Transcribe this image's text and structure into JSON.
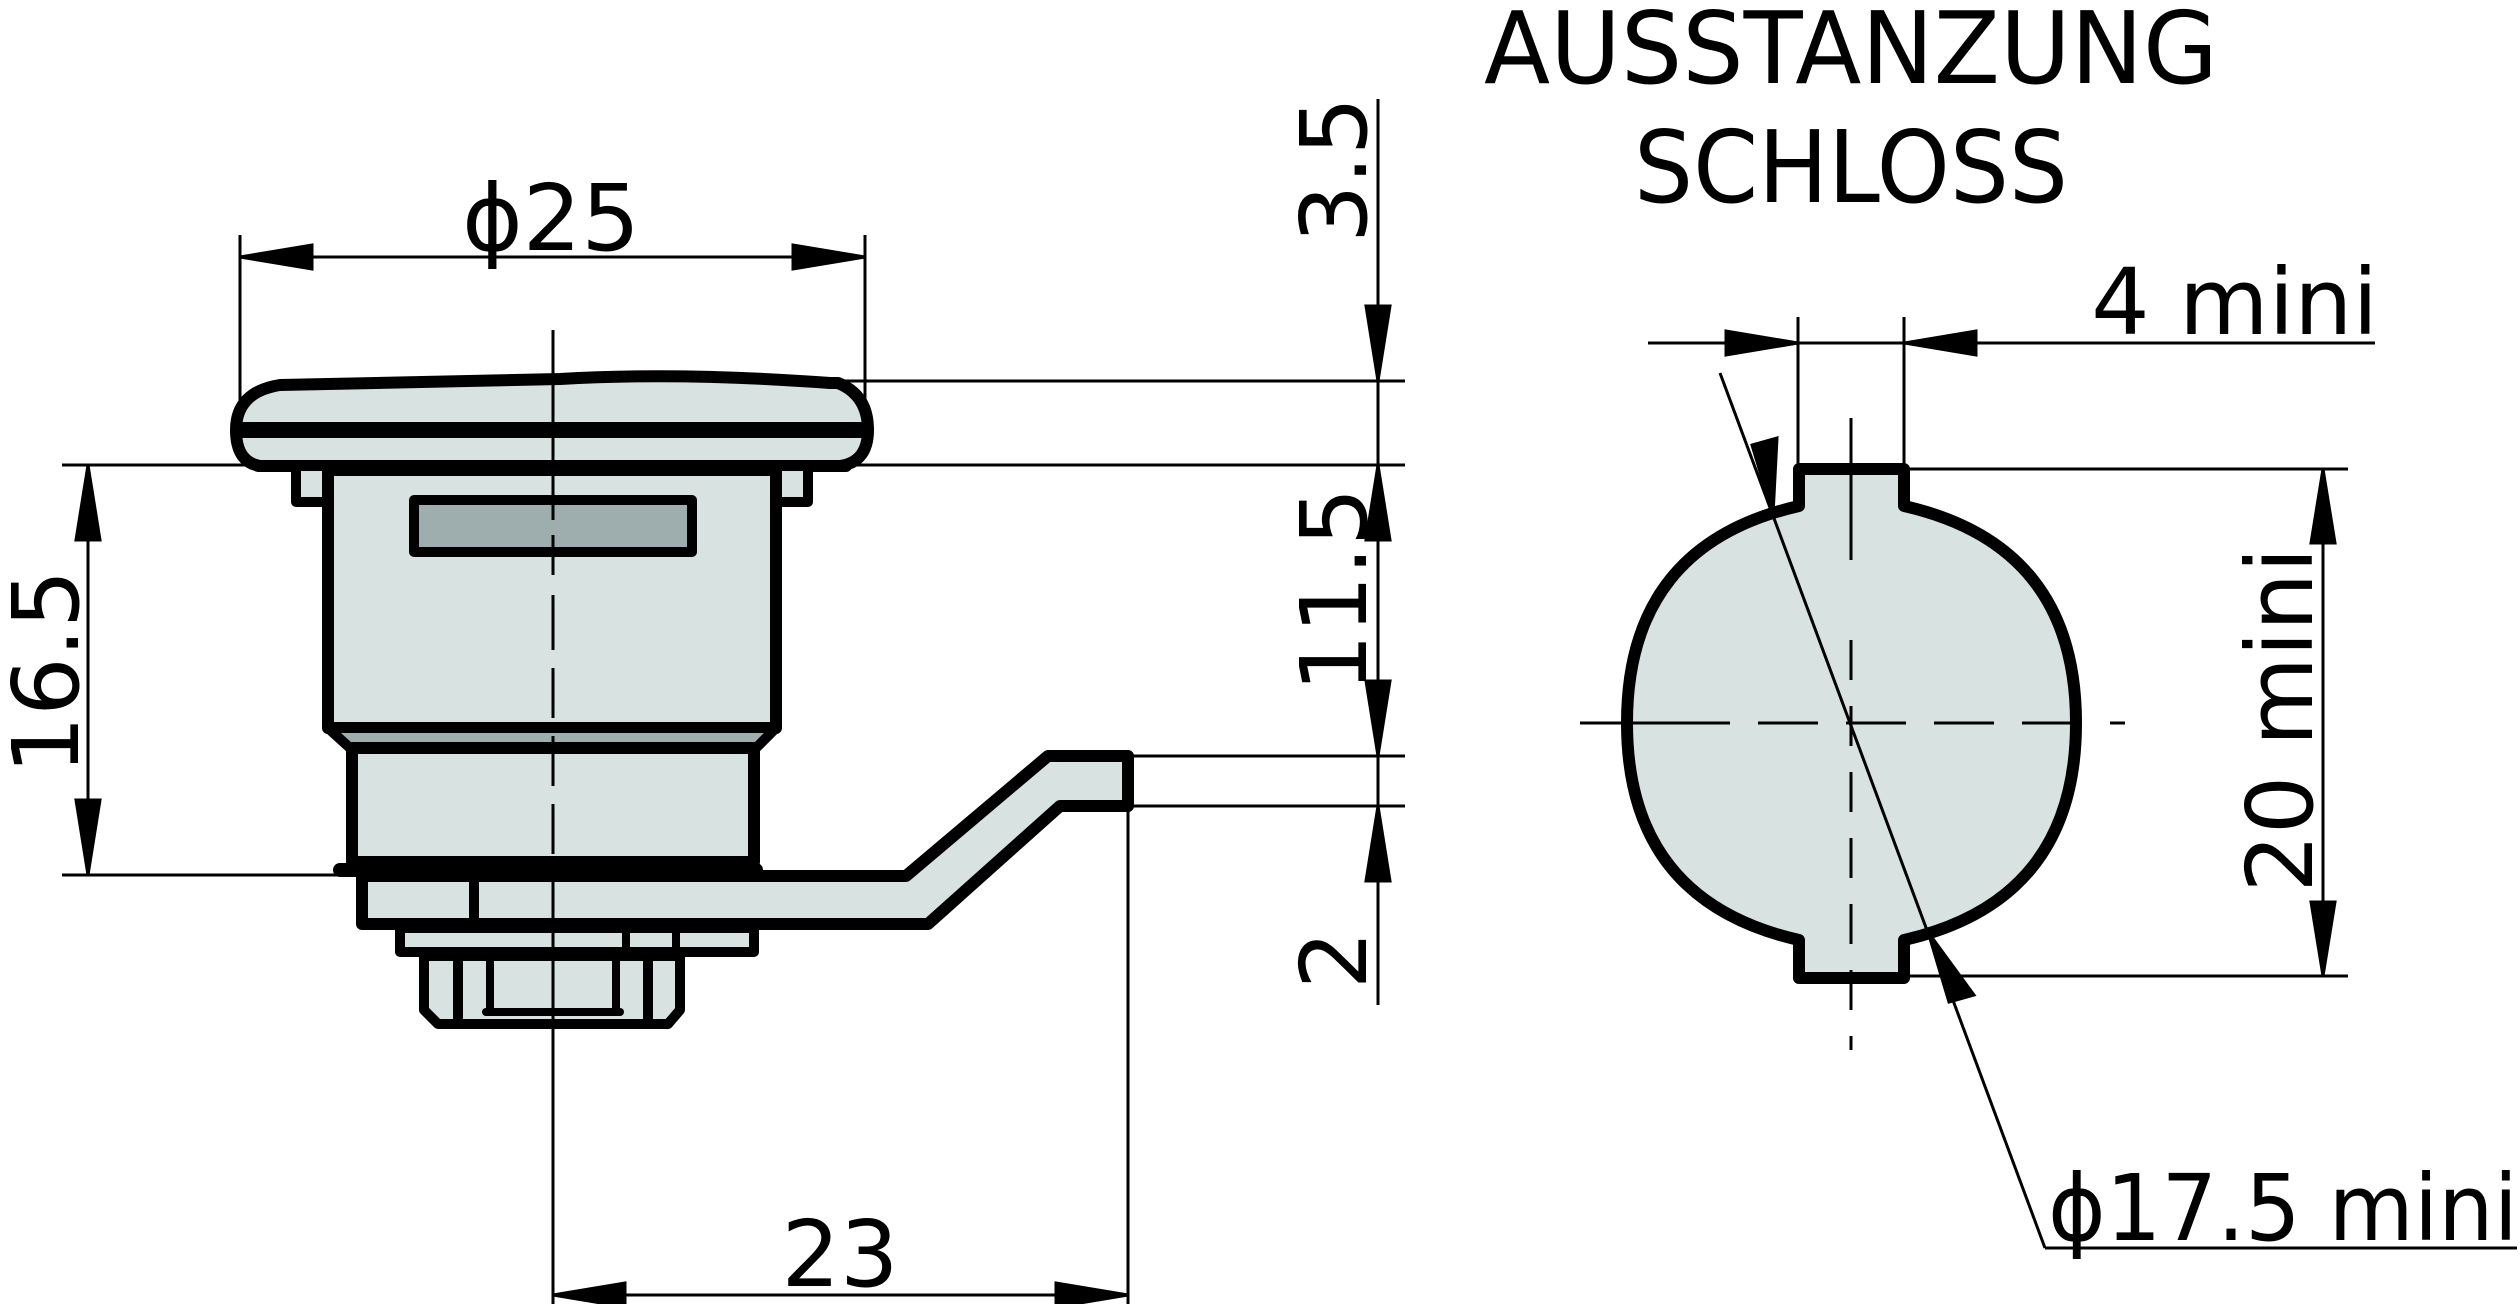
{
  "title": {
    "line1": "AUSSTANZUNG",
    "line2": "SCHLOSS"
  },
  "colors": {
    "fill": "#d8e3e1",
    "fill_dark": "#9eaeae",
    "stroke": "#000000",
    "background": "#ffffff"
  },
  "side_view": {
    "dimensions": {
      "cap_diameter": "ϕ25",
      "overall_height": "16.5",
      "cap_height": "3.5",
      "body_to_cam": "11.5",
      "cam_thickness": "2",
      "cam_reach": "23"
    }
  },
  "cutout_view": {
    "dimensions": {
      "tab_width": "4 mini",
      "height": "20 mini",
      "diameter": "ϕ17.5 mini"
    }
  }
}
